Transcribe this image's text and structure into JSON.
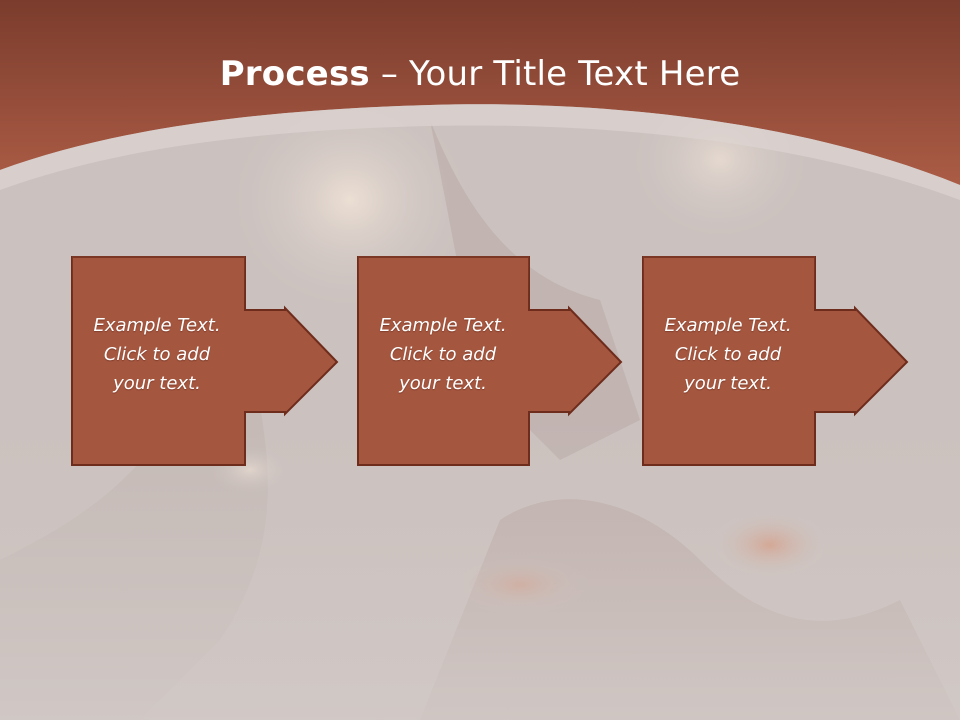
{
  "slide": {
    "title_bold": "Process",
    "title_rest": " – Your Title Text Here",
    "colors": {
      "header": "#a65a46",
      "header_dark": "#7a3b2b",
      "box_fill": "#a5563f",
      "box_stroke": "#6e2c1c",
      "body_bg": "#cfc6c3"
    },
    "steps": [
      {
        "text": "Example Text.\nClick  to add\nyour text."
      },
      {
        "text": "Example Text.\nClick  to add\nyour text."
      },
      {
        "text": "Example Text.\nClick  to add\nyour text."
      }
    ]
  }
}
